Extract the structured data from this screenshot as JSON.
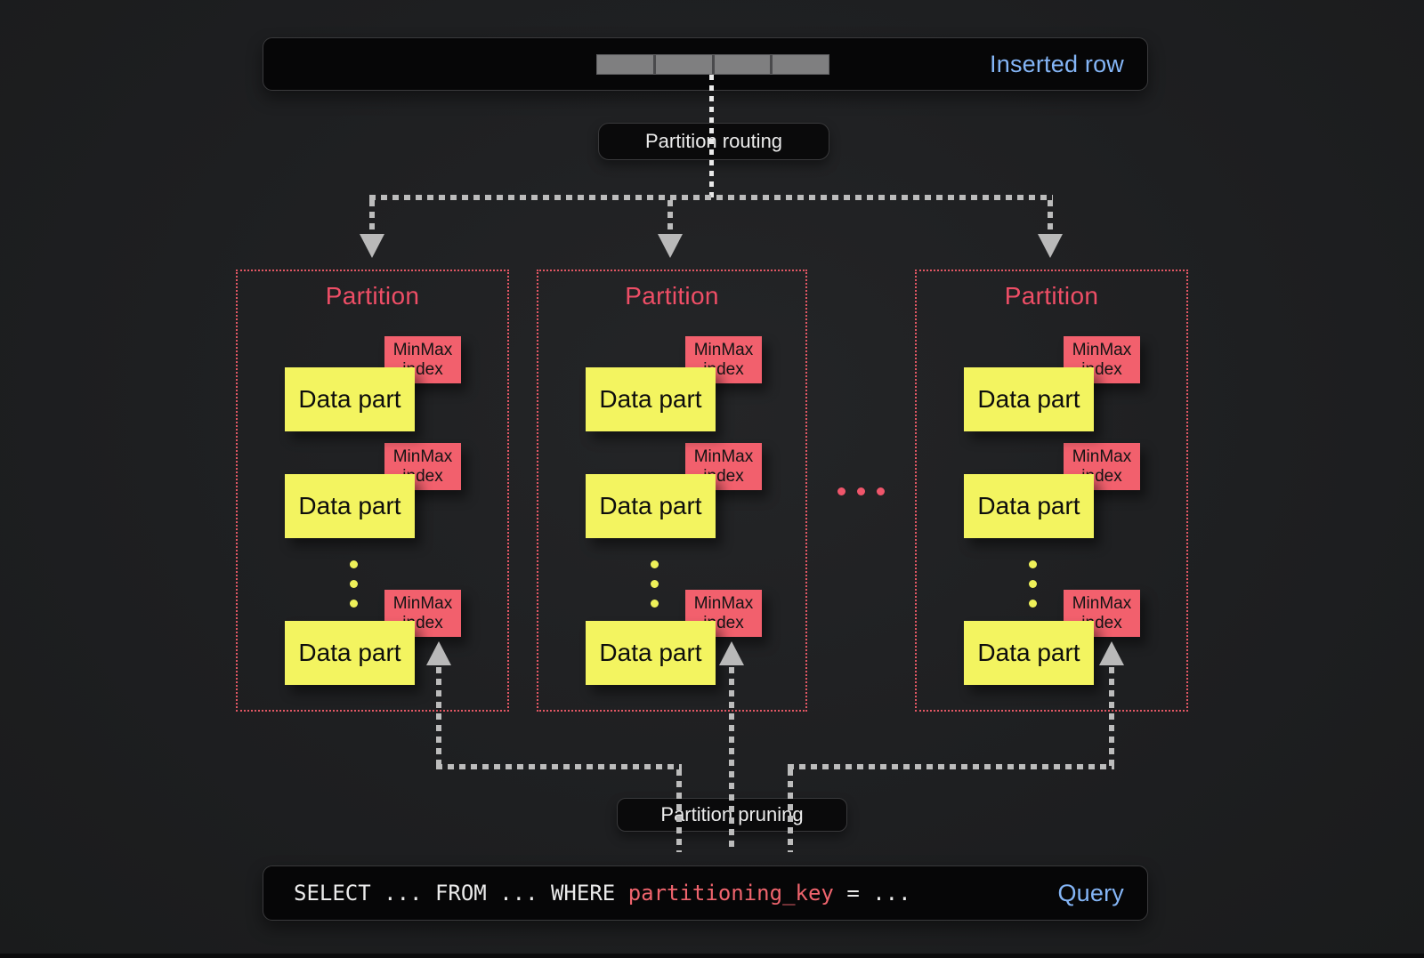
{
  "inserted_row": {
    "label": "Inserted row",
    "segments": 4
  },
  "labels": {
    "routing": "Partition routing",
    "pruning": "Partition pruning"
  },
  "partitions": [
    {
      "title": "Partition",
      "parts": [
        {
          "data": "Data part",
          "minmax": [
            "MinMax",
            "index"
          ]
        },
        {
          "data": "Data part",
          "minmax": [
            "MinMax",
            "index"
          ]
        },
        {
          "data": "Data part",
          "minmax": [
            "MinMax",
            "index"
          ]
        }
      ]
    },
    {
      "title": "Partition",
      "parts": [
        {
          "data": "Data part",
          "minmax": [
            "MinMax",
            "index"
          ]
        },
        {
          "data": "Data part",
          "minmax": [
            "MinMax",
            "index"
          ]
        },
        {
          "data": "Data part",
          "minmax": [
            "MinMax",
            "index"
          ]
        }
      ]
    },
    {
      "title": "Partition",
      "parts": [
        {
          "data": "Data part",
          "minmax": [
            "MinMax",
            "index"
          ]
        },
        {
          "data": "Data part",
          "minmax": [
            "MinMax",
            "index"
          ]
        },
        {
          "data": "Data part",
          "minmax": [
            "MinMax",
            "index"
          ]
        }
      ]
    }
  ],
  "query": {
    "prefix": "SELECT ... FROM ... WHERE ",
    "key": "partitioning_key",
    "suffix": " = ...",
    "label": "Query"
  },
  "colors": {
    "background": "#1e1f21",
    "panel_bg": "#060607",
    "accent_blue": "#84b5f6",
    "partition_red": "#ee4e66",
    "minmax_red": "#f2606d",
    "datapart_yellow": "#f3f460",
    "connector_gray": "#bcbcbc",
    "connector_white": "#e9e9e9"
  }
}
